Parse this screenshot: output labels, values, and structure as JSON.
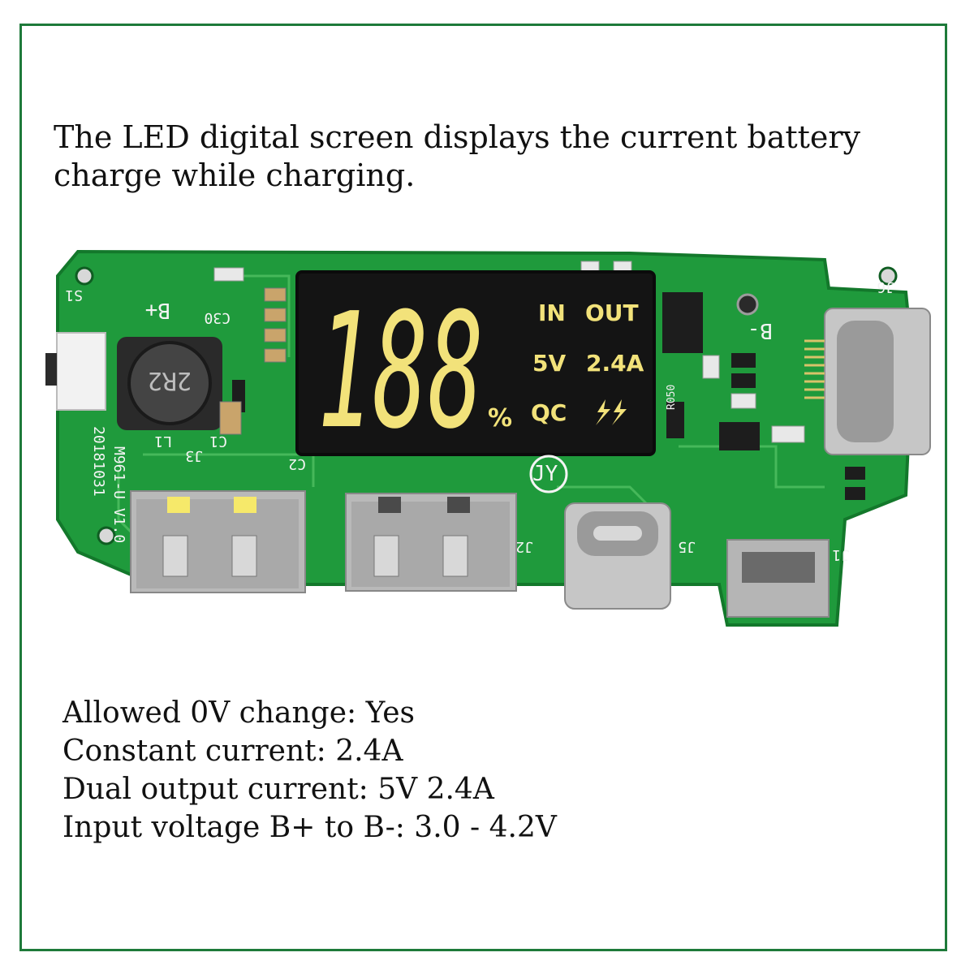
{
  "headline": "The LED digital screen displays the current battery charge while charging.",
  "display": {
    "digits": "188",
    "percent": "%",
    "in_label": "IN",
    "out_label": "OUT",
    "voltage": "5V",
    "current": "2.4A",
    "qc_label": "QC"
  },
  "board": {
    "bplus": "B+",
    "bminus": "B-",
    "model": "M961-U V1.0",
    "date": "20181031",
    "inductor": "2R2",
    "marks": {
      "s1": "S1",
      "j6": "J6",
      "j5": "J5",
      "j2": "J2",
      "j1": "J1",
      "j3": "J3",
      "l1": "L1",
      "c1": "C1",
      "c2": "C2",
      "c30": "C30",
      "r050": "R050",
      "jy": "JY"
    }
  },
  "specs": [
    "Allowed 0V change: Yes",
    "Constant current: 2.4A",
    "Dual output current: 5V 2.4A",
    "Input voltage B+ to B-: 3.0 - 4.2V"
  ],
  "colors": {
    "pcb": "#1f9a3c",
    "pcb_edge": "#13782b",
    "display_bg": "#141414",
    "segment": "#f2e27a",
    "frame": "#1e7a3a"
  }
}
